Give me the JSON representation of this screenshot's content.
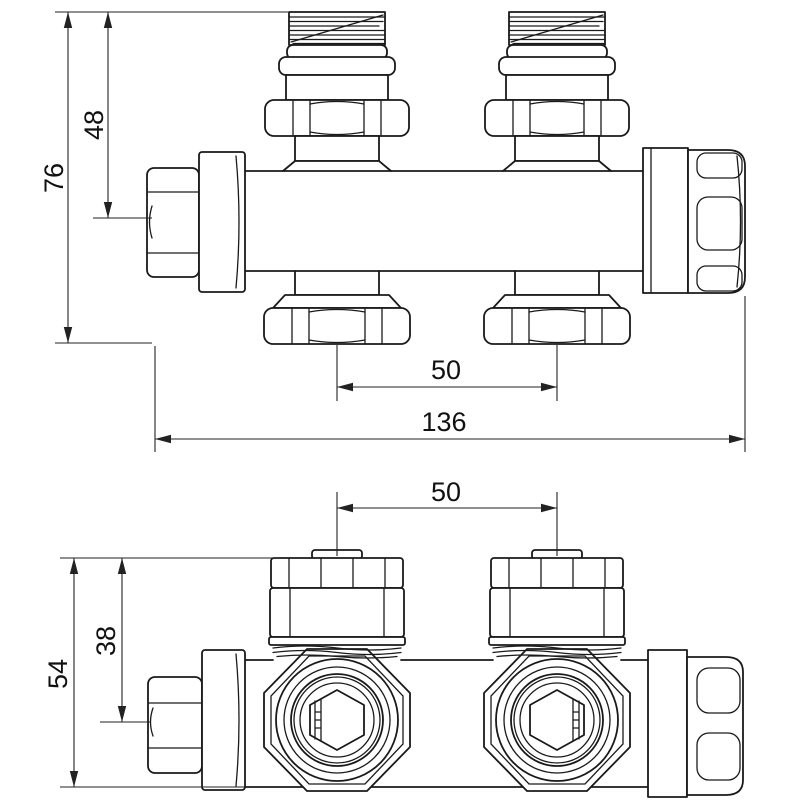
{
  "drawing": {
    "kind": "technical-drawing",
    "background": "#ffffff",
    "line_color": "#1a1a1a",
    "dimension_color": "#222222",
    "front_view": {
      "dim_port_axis_height": "48",
      "dim_overall_height": "76",
      "dim_port_spacing": "50",
      "dim_overall_width": "136"
    },
    "top_view": {
      "dim_port_spacing": "50",
      "dim_axis_offset": "38",
      "dim_overall_depth": "54"
    }
  }
}
